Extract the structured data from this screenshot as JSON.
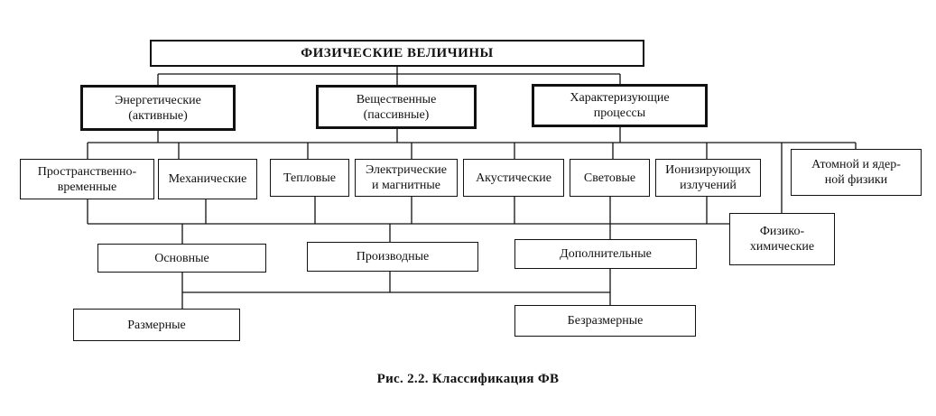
{
  "title": "ФИЗИЧЕСКИЕ ВЕЛИЧИНЫ",
  "level1": {
    "energetic": "Энергетические\n(активные)",
    "substance": "Вещественные\n(пассивные)",
    "processes": "Характеризующие\nпроцессы"
  },
  "level2": {
    "spatial": "Пространственно-\nвременные",
    "mechanical": "Механические",
    "thermal": "Тепловые",
    "electric": "Электрические\nи магнитные",
    "acoustic": "Акустические",
    "light": "Световые",
    "ionizing": "Ионизирующих\nизлучений",
    "atomic": "Атомной и ядер-\nной физики",
    "physchem": "Физико-\nхимические"
  },
  "level3": {
    "basic": "Основные",
    "derived": "Производные",
    "additional": "Дополнительные"
  },
  "level4": {
    "dimensional": "Размерные",
    "dimensionless": "Безразмерные"
  },
  "caption": "Рис. 2.2. Классификация ФВ"
}
